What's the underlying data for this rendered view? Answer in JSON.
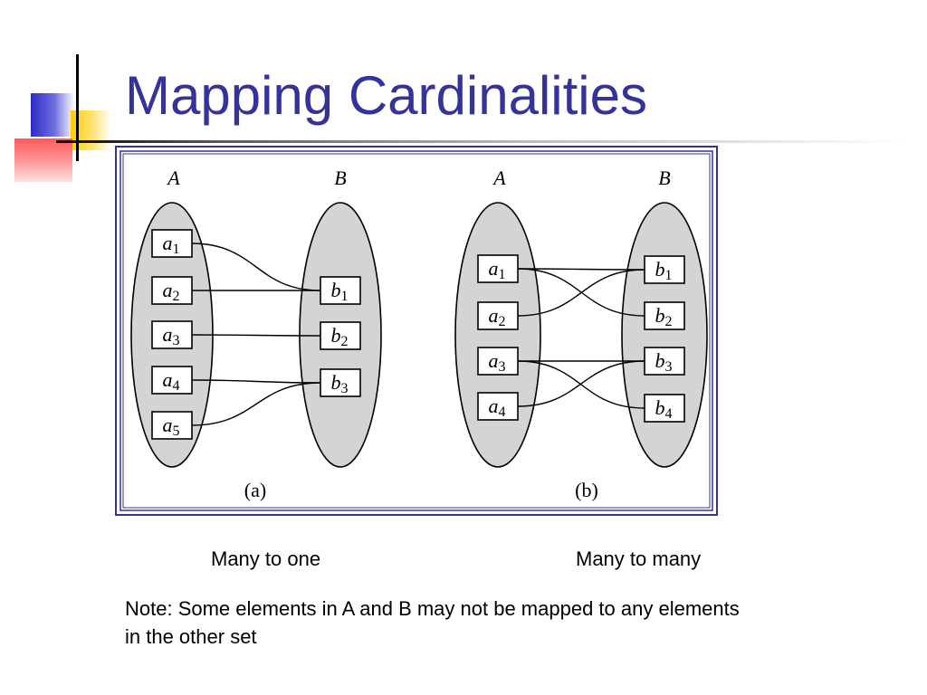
{
  "slide": {
    "title": "Mapping Cardinalities",
    "note": "Note: Some elements in A and B may not be mapped to any elements in the other set"
  },
  "figure": {
    "panel_a": {
      "set_a_label": "A",
      "set_b_label": "B",
      "a_elements": [
        {
          "letter": "a",
          "sub": "1"
        },
        {
          "letter": "a",
          "sub": "2"
        },
        {
          "letter": "a",
          "sub": "3"
        },
        {
          "letter": "a",
          "sub": "4"
        },
        {
          "letter": "a",
          "sub": "5"
        }
      ],
      "b_elements": [
        {
          "letter": "b",
          "sub": "1"
        },
        {
          "letter": "b",
          "sub": "2"
        },
        {
          "letter": "b",
          "sub": "3"
        }
      ],
      "mappings": [
        [
          "a1",
          "b1"
        ],
        [
          "a2",
          "b1"
        ],
        [
          "a3",
          "b2"
        ],
        [
          "a4",
          "b3"
        ],
        [
          "a5",
          "b3"
        ]
      ],
      "label": "(a)",
      "caption": "Many to one"
    },
    "panel_b": {
      "set_a_label": "A",
      "set_b_label": "B",
      "a_elements": [
        {
          "letter": "a",
          "sub": "1"
        },
        {
          "letter": "a",
          "sub": "2"
        },
        {
          "letter": "a",
          "sub": "3"
        },
        {
          "letter": "a",
          "sub": "4"
        }
      ],
      "b_elements": [
        {
          "letter": "b",
          "sub": "1"
        },
        {
          "letter": "b",
          "sub": "2"
        },
        {
          "letter": "b",
          "sub": "3"
        },
        {
          "letter": "b",
          "sub": "4"
        }
      ],
      "mappings": [
        [
          "a1",
          "b1"
        ],
        [
          "a1",
          "b2"
        ],
        [
          "a2",
          "b1"
        ],
        [
          "a3",
          "b3"
        ],
        [
          "a3",
          "b4"
        ],
        [
          "a4",
          "b3"
        ]
      ],
      "label": "(b)",
      "caption": "Many to many"
    }
  },
  "colors": {
    "title": "#333399",
    "frame": "#333399",
    "ellipse_fill": "#d4d4d4",
    "deco_blue": "#3333cc",
    "deco_yellow": "#ffcc00",
    "deco_red": "#ff6666"
  }
}
